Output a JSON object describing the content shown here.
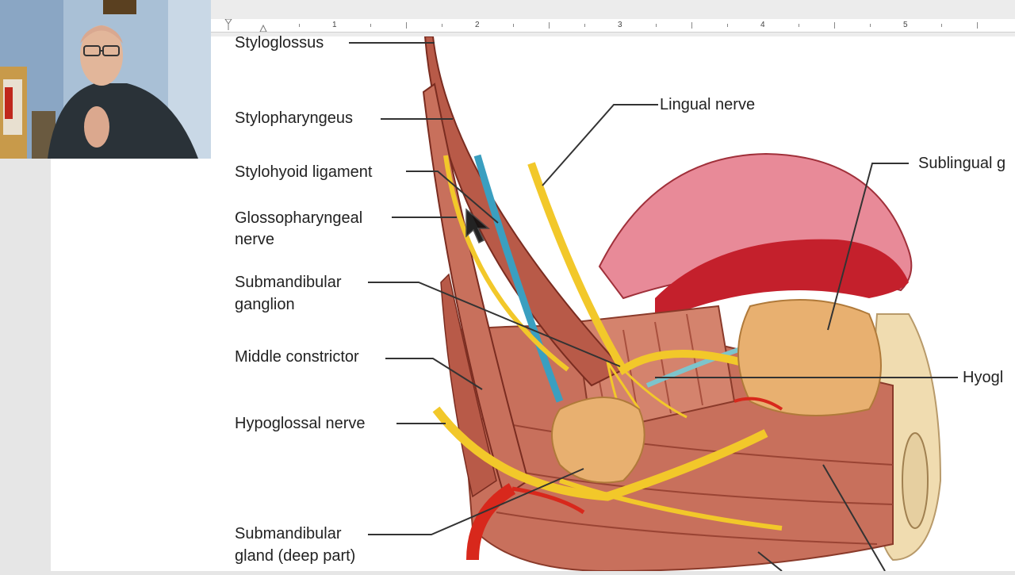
{
  "ruler": {
    "numbers": [
      "1",
      "2",
      "3",
      "4",
      "5"
    ]
  },
  "labels": {
    "styloglossus": "Styloglossus",
    "stylopharyngeus": "Stylopharyngeus",
    "stylohyoid_ligament": "Stylohyoid ligament",
    "glossopharyngeal_1": "Glossopharyngeal",
    "glossopharyngeal_2": "nerve",
    "submandibular_ganglion_1": "Submandibular",
    "submandibular_ganglion_2": "ganglion",
    "middle_constrictor": "Middle constrictor",
    "hypoglossal_nerve": "Hypoglossal nerve",
    "submandibular_gland_1": "Submandibular",
    "submandibular_gland_2": "gland (deep part)",
    "lingual_nerve": "Lingual nerve",
    "sublingual": "Sublingual g",
    "hyoglossus": "Hyogl"
  },
  "colors": {
    "muscle": "#b85a48",
    "muscle_light": "#d4836d",
    "tongue": "#e88a98",
    "tongue_dark": "#c4202c",
    "nerve": "#f2c82a",
    "vessel_blue": "#3a9fc0",
    "gland": "#e8b070",
    "artery": "#d8281c",
    "bone": "#f0dcb0"
  },
  "icons": [
    "mouse-pointer-icon"
  ]
}
